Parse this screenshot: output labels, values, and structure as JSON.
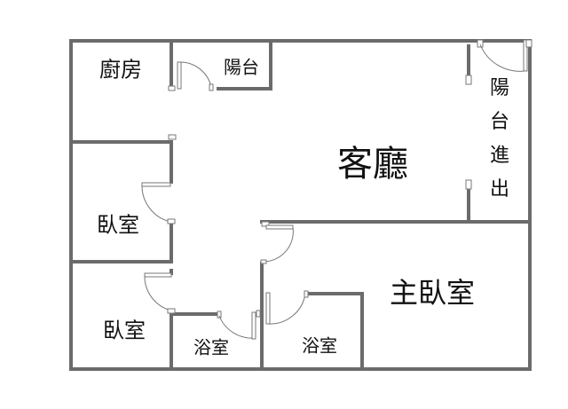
{
  "rooms": {
    "kitchen": "廚房",
    "balcony": "陽台",
    "living_room": "客廳",
    "balcony_access": "陽台進出",
    "bedroom_1": "臥室",
    "bedroom_2": "臥室",
    "bathroom_1": "浴室",
    "master_bedroom": "主臥室",
    "bathroom_2": "浴室"
  },
  "colors": {
    "wall": "#6b6b6b",
    "door": "#777777"
  }
}
